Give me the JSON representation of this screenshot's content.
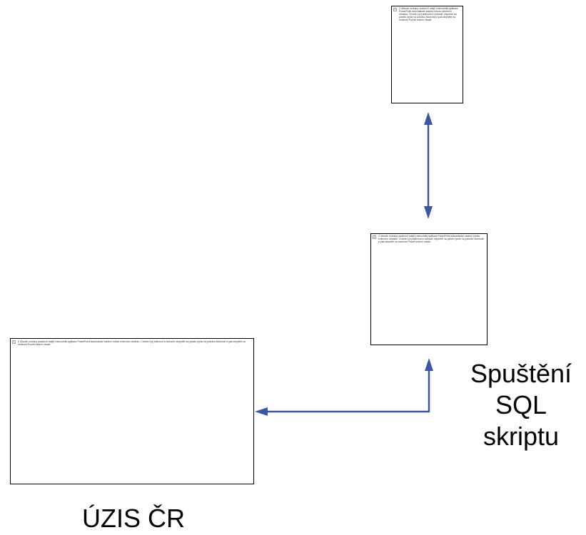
{
  "diagram": {
    "nodes": [
      {
        "id": "top",
        "placeholder_text": "Z důvodu ochrany osobních údajů znemožnila aplikace PowerPoint automatické stažení tohoto externího obrázku. Chcete-li jej stáhnout a zobrazit, klepněte na panelu zpráv na položku Možnosti a pak klepněte na možnost Povolit externí obsah."
      },
      {
        "id": "middle",
        "placeholder_text": "Z důvodu ochrany osobních údajů znemožnila aplikace PowerPoint automatické stažení tohoto externího obrázku. Chcete-li jej stáhnout a zobrazit, klepněte na panelu zpráv na položku Možnosti a pak klepněte na možnost Povolit externí obsah."
      },
      {
        "id": "large",
        "placeholder_text": "Z důvodu ochrany osobních údajů znemožnila aplikace PowerPoint automatické stažení tohoto externího obrázku. Chcete-li jej stáhnout a zobrazit, klepněte na panelu zpráv na položku Možnosti a pak klepněte na možnost Povolit externí obsah."
      }
    ],
    "labels": {
      "sql_lines": [
        "Spuštění",
        "SQL",
        "skriptu"
      ],
      "uzis": "ÚZIS ČR"
    },
    "connectors": [
      {
        "from": "top",
        "to": "middle",
        "style": "double-headed"
      },
      {
        "from": "middle",
        "to": "large",
        "style": "elbow-arrow"
      }
    ],
    "colors": {
      "arrow": "#3b56a8",
      "frame_border": "#000000",
      "text": "#000000"
    }
  }
}
